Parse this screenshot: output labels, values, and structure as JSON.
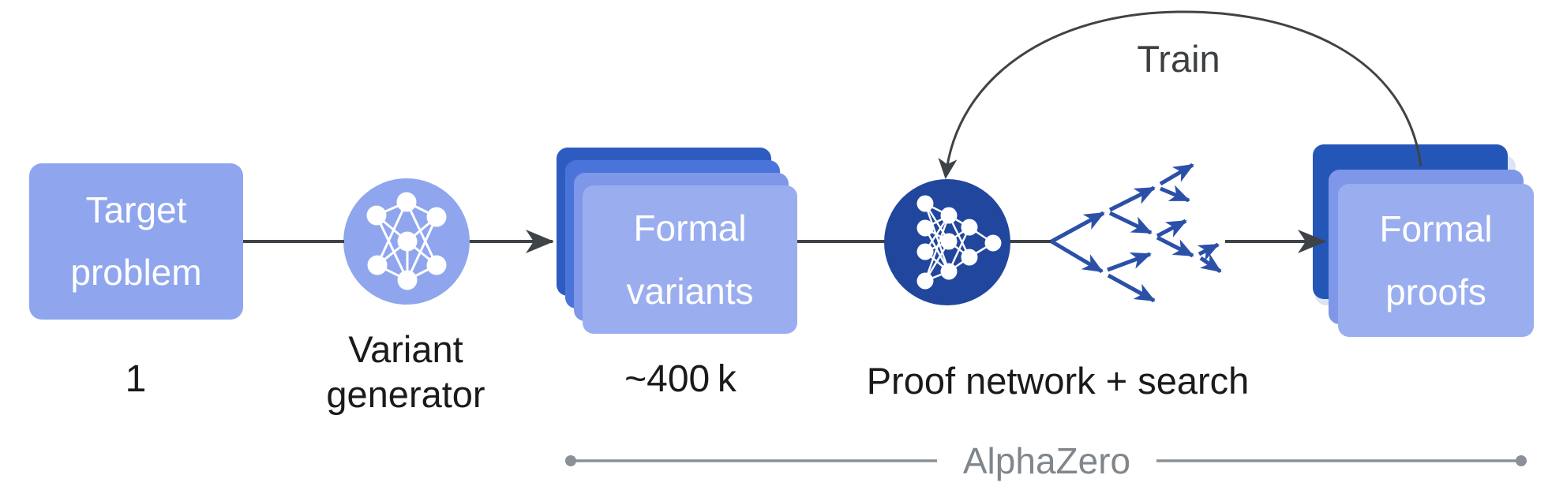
{
  "diagram": {
    "nodes": {
      "target_problem": {
        "line1": "Target",
        "line2": "problem",
        "count": "1"
      },
      "variant_generator": {
        "line1": "Variant",
        "line2": "generator"
      },
      "formal_variants": {
        "line1": "Formal",
        "line2": "variants",
        "count": "~400 k"
      },
      "proof_network": {
        "label": "Proof network + search"
      },
      "formal_proofs": {
        "line1": "Formal",
        "line2": "proofs"
      }
    },
    "annotations": {
      "train": "Train",
      "alphazero": "AlphaZero"
    },
    "icons": {
      "variant_generator": "neural-network-icon",
      "proof_network": "neural-network-icon",
      "search": "search-tree-icon"
    },
    "colors": {
      "light_blue": "#8fa6ee",
      "stack_front": "#9aaeef",
      "stack_mid": "#7e97e8",
      "stack_blue": "#4a74da",
      "stack_dark": "#2e5bc0",
      "proofs_dark": "#2456b8",
      "proofs_ghost": "#dbe4f8",
      "proof_circle": "#21469e",
      "tree_arrow_blue": "#2b50a8",
      "connector_dark": "#3f4347",
      "bracket_gray": "#8a9096",
      "label_black": "#1a1a1a",
      "label_white": "#ffffff"
    }
  }
}
